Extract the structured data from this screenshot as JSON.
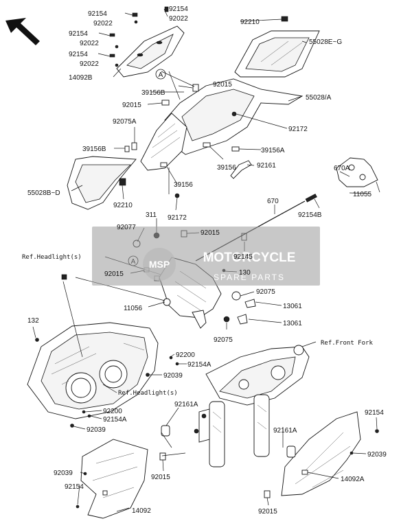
{
  "labels": {
    "p92154_a": "92154",
    "p92154_b": "92154",
    "p92154_c": "92154",
    "p92154_d": "92154",
    "p92154_e": "92154",
    "p92154_f": "92154",
    "p92022_a": "92022",
    "p92022_b": "92022",
    "p92022_c": "92022",
    "p92022_d": "92022",
    "p14092B": "14092B",
    "p92210_a": "92210",
    "p92210_b": "92210",
    "p55028EG": "55028E~G",
    "p39156B_a": "39156B",
    "p39156B_b": "39156B",
    "p92015_a": "92015",
    "p92015_b": "92015",
    "p92015_c": "92015",
    "p92015_d": "92015",
    "p92015_e": "92015",
    "p92015_f": "92015",
    "p55028A": "55028/A",
    "p92075A": "92075A",
    "p92172_a": "92172",
    "p92172_b": "92172",
    "p39156A": "39156A",
    "p39156_a": "39156",
    "p39156_b": "39156",
    "p92161": "92161",
    "p55028BD": "55028B~D",
    "p670A": "670A",
    "p670": "670",
    "p11055": "11055",
    "p92154B": "92154B",
    "p311": "311",
    "p92077": "92077",
    "p92145": "92145",
    "p130": "130",
    "p92075_a": "92075",
    "p92075_b": "92075",
    "p13061_a": "13061",
    "p13061_b": "13061",
    "p11056": "11056",
    "p132": "132",
    "p92200_a": "92200",
    "p92200_b": "92200",
    "p92154A_a": "92154A",
    "p92154A_b": "92154A",
    "p92039_a": "92039",
    "p92039_b": "92039",
    "p92039_c": "92039",
    "p92039_d": "92039",
    "p92161A_a": "92161A",
    "p92161A_b": "92161A",
    "p14092A": "14092A",
    "p14092": "14092",
    "refHeadlight1": "Ref.Headlight(s)",
    "refHeadlight2": "Ref.Headlight(s)",
    "refFrontFork": "Ref.Front Fork",
    "calloutA1": "A",
    "calloutA2": "A"
  },
  "watermark": {
    "brand": "MOTORCYCLE",
    "sub": "SPARE PARTS",
    "badge": "MSP",
    "color": "#9a9a9a"
  },
  "icons": {
    "direction": "arrow-up-left-icon"
  }
}
